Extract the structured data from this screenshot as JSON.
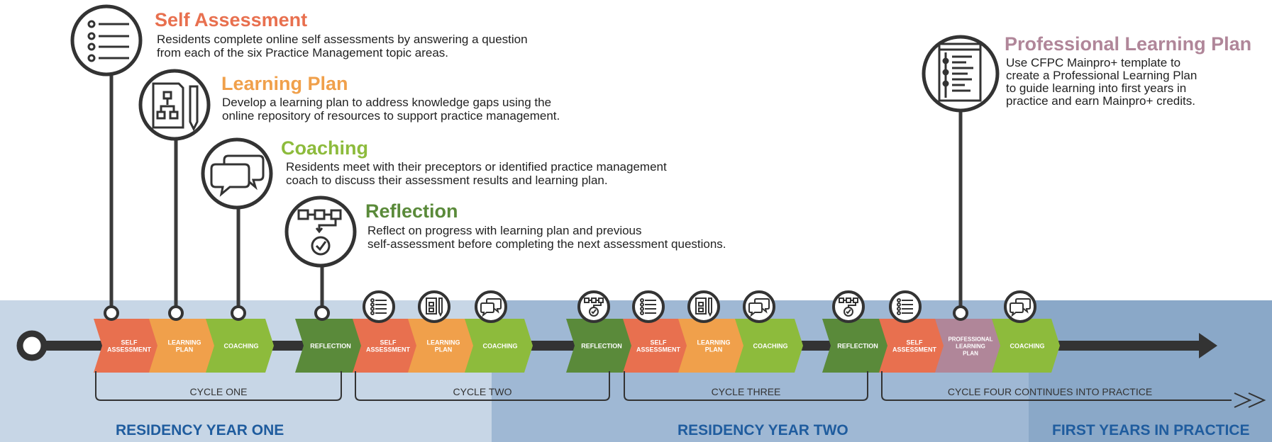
{
  "colors": {
    "self_assessment": "#e8704f",
    "learning_plan": "#f0a04b",
    "coaching": "#8dbb3c",
    "reflection": "#5a8a3a",
    "professional_learning_plan": "#b08699",
    "line": "#3a3a3a",
    "year_text": "#1f5c9e"
  },
  "steps": [
    {
      "title": "Self Assessment",
      "icon": "checklist-icon",
      "lines": [
        "Residents complete online self assessments by answering a question",
        "from each of the six Practice Management topic areas."
      ]
    },
    {
      "title": "Learning Plan",
      "icon": "document-pencil-icon",
      "lines": [
        "Develop a learning plan to address knowledge gaps using the",
        "online repository of resources to support practice management."
      ]
    },
    {
      "title": "Coaching",
      "icon": "speech-bubbles-icon",
      "lines": [
        "Residents meet with their preceptors or identified practice management",
        "coach to discuss their assessment results and learning plan."
      ]
    },
    {
      "title": "Reflection",
      "icon": "flow-check-icon",
      "lines": [
        "Reflect on progress with learning plan and previous",
        "self-assessment before completing the next assessment questions."
      ]
    },
    {
      "title": "Professional Learning Plan",
      "icon": "document-list-icon",
      "lines": [
        "Use CFPC Mainpro+ template to",
        "create a Professional Learning Plan",
        "to guide learning into first years in",
        "practice and earn Mainpro+ credits."
      ]
    }
  ],
  "chevrons": [
    {
      "label": [
        "SELF",
        "ASSESSMENT"
      ],
      "type": "self_assessment"
    },
    {
      "label": [
        "LEARNING",
        "PLAN"
      ],
      "type": "learning_plan"
    },
    {
      "label": [
        "COACHING"
      ],
      "type": "coaching"
    },
    {
      "label": [
        "REFLECTION"
      ],
      "type": "reflection"
    },
    {
      "label": [
        "SELF",
        "ASSESSMENT"
      ],
      "type": "self_assessment"
    },
    {
      "label": [
        "LEARNING",
        "PLAN"
      ],
      "type": "learning_plan"
    },
    {
      "label": [
        "COACHING"
      ],
      "type": "coaching"
    },
    {
      "label": [
        "REFLECTION"
      ],
      "type": "reflection"
    },
    {
      "label": [
        "SELF",
        "ASSESSMENT"
      ],
      "type": "self_assessment"
    },
    {
      "label": [
        "LEARNING",
        "PLAN"
      ],
      "type": "learning_plan"
    },
    {
      "label": [
        "COACHING"
      ],
      "type": "coaching"
    },
    {
      "label": [
        "REFLECTION"
      ],
      "type": "reflection"
    },
    {
      "label": [
        "SELF",
        "ASSESSMENT"
      ],
      "type": "self_assessment"
    },
    {
      "label": [
        "PROFESSIONAL",
        "LEARNING",
        "PLAN"
      ],
      "type": "professional_learning_plan"
    },
    {
      "label": [
        "COACHING"
      ],
      "type": "coaching"
    }
  ],
  "cycles": [
    "CYCLE ONE",
    "CYCLE TWO",
    "CYCLE THREE",
    "CYCLE FOUR CONTINUES INTO PRACTICE"
  ],
  "years": [
    "RESIDENCY  YEAR ONE",
    "RESIDENCY  YEAR TWO",
    "FIRST YEARS IN PRACTICE"
  ]
}
